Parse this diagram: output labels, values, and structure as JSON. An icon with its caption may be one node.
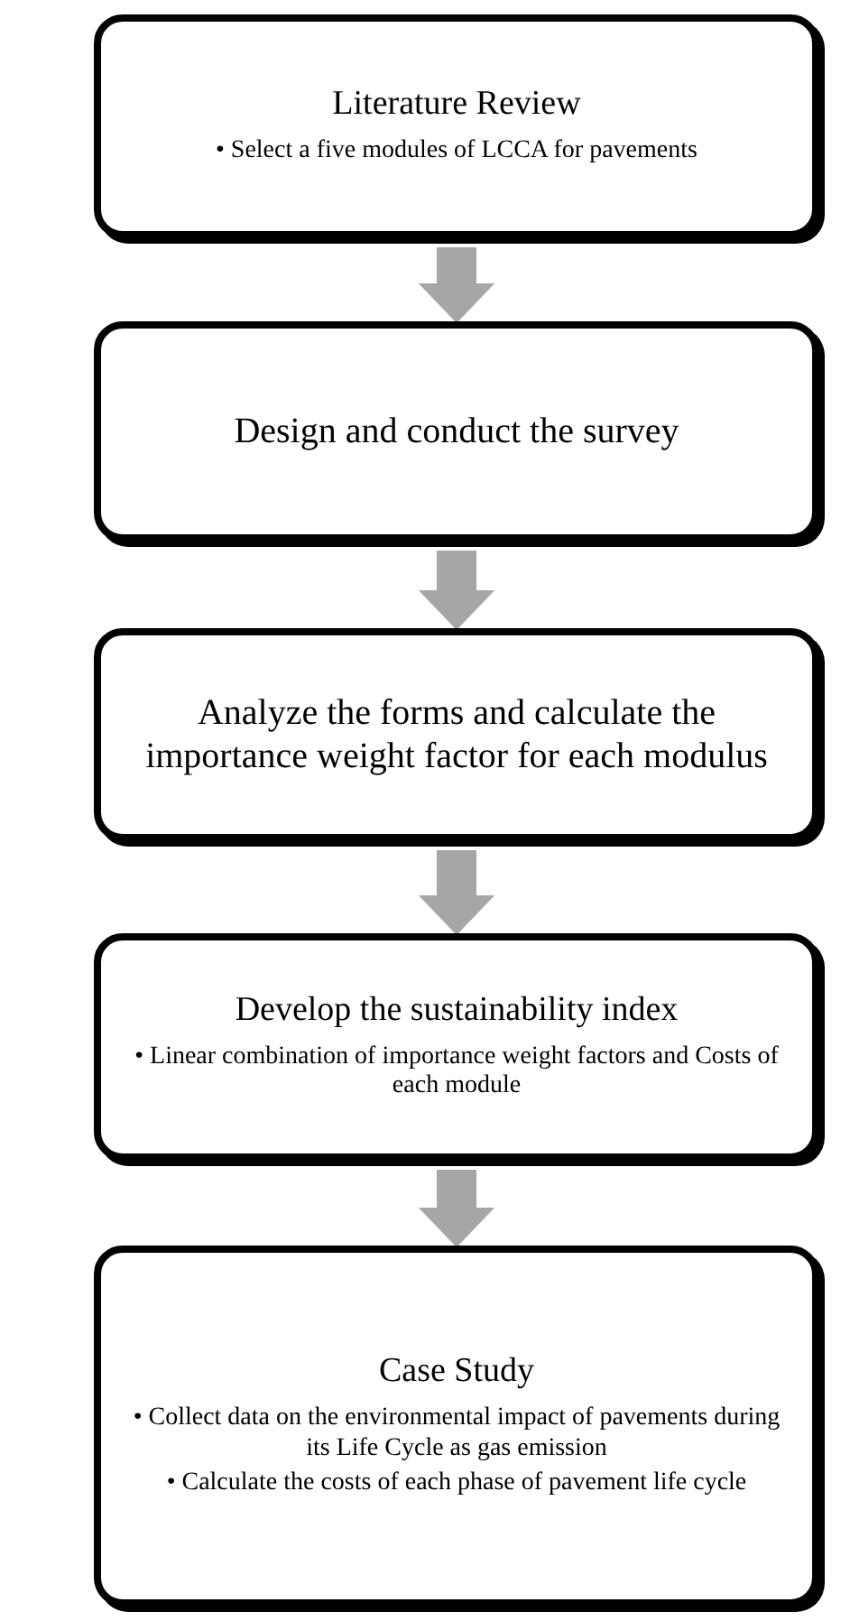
{
  "diagram": {
    "nodes": [
      {
        "text": [
          "Literature Review",
          "• Select a five modules of LCCA for pavements"
        ]
      },
      {
        "text": [
          "Design and conduct the survey"
        ]
      },
      {
        "text": [
          "Analyze the forms and calculate the importance weight factor for each modulus"
        ]
      },
      {
        "text": [
          "Develop the sustainability index",
          "• Linear combination of importance weight factors and Costs of each module"
        ]
      },
      {
        "text": [
          "Case Study",
          "• Collect data on the environmental impact of pavements during its Life Cycle as gas emission",
          "• Calculate the costs of each phase of pavement life cycle"
        ]
      }
    ],
    "edges": [
      {
        "from": 0,
        "to": 1,
        "arrow": "to"
      },
      {
        "from": 1,
        "to": 2,
        "arrow": "to"
      },
      {
        "from": 2,
        "to": 3,
        "arrow": "to"
      },
      {
        "from": 3,
        "to": 4,
        "arrow": "to"
      }
    ]
  }
}
